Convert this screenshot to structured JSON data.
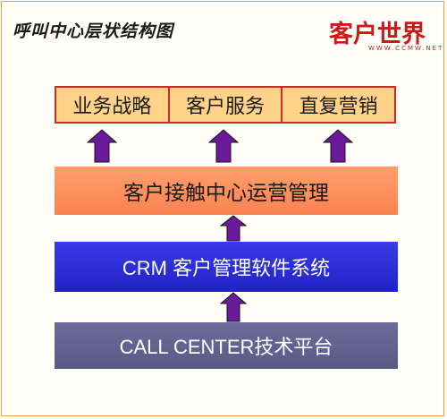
{
  "title": "呼叫中心层状结构图",
  "logo": {
    "text": "客户世界",
    "subtext": "WWW.CCMW.NET"
  },
  "top_boxes": [
    "业务战略",
    "客户服务",
    "直复营销"
  ],
  "layers": [
    {
      "label": "客户接触中心运营管理"
    },
    {
      "label": "CRM 客户管理软件系统"
    },
    {
      "label": "CALL CENTER技术平台"
    }
  ],
  "colors": {
    "arrow": "#6b1a9a",
    "top_box_fill": "#ffd28a",
    "top_box_border": "#d12828",
    "layer_orange": "#f98252",
    "layer_blue": "#2222c8",
    "layer_slate": "#5a5a86",
    "frame_border": "#f39a4a"
  }
}
